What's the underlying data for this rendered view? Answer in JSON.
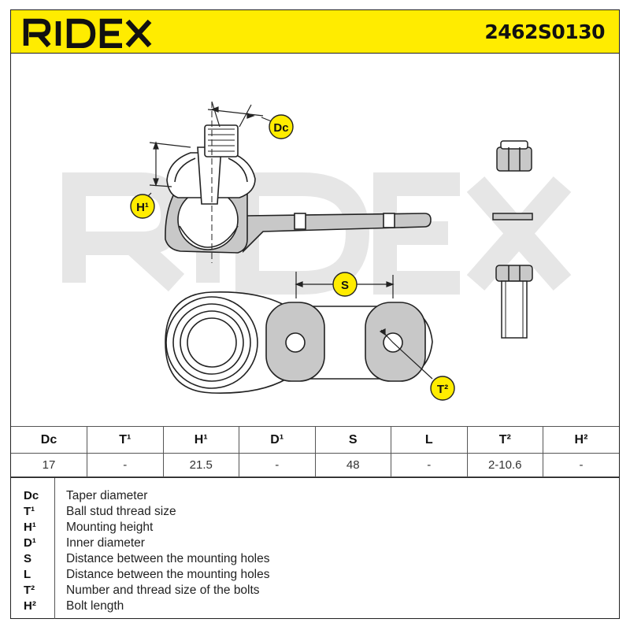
{
  "brand": {
    "name": "RIDEX",
    "logo_color": "#111111",
    "header_color": "#ffec00"
  },
  "part_number": "2462S0130",
  "watermark": "RIDEX",
  "drawing_labels": {
    "dc": "Dc",
    "h1": "H¹",
    "s": "S",
    "t2": "T²"
  },
  "table": {
    "headers": [
      "Dc",
      "T¹",
      "H¹",
      "D¹",
      "S",
      "L",
      "T²",
      "H²"
    ],
    "values": [
      "17",
      "-",
      "21.5",
      "-",
      "48",
      "-",
      "2-10.6",
      "-"
    ]
  },
  "legend": [
    {
      "code": "Dc",
      "desc": "Taper diameter"
    },
    {
      "code": "T¹",
      "desc": "Ball stud thread size"
    },
    {
      "code": "H¹",
      "desc": "Mounting height"
    },
    {
      "code": "D¹",
      "desc": "Inner diameter"
    },
    {
      "code": "S",
      "desc": "Distance between the mounting holes"
    },
    {
      "code": "L",
      "desc": "Distance between the mounting holes"
    },
    {
      "code": "T²",
      "desc": "Number and thread size of the bolts"
    },
    {
      "code": "H²",
      "desc": "Bolt length"
    }
  ],
  "colors": {
    "part_fill": "#c8c8c8",
    "label_badge": "#ffec00",
    "watermark": "#e8e8e8"
  }
}
